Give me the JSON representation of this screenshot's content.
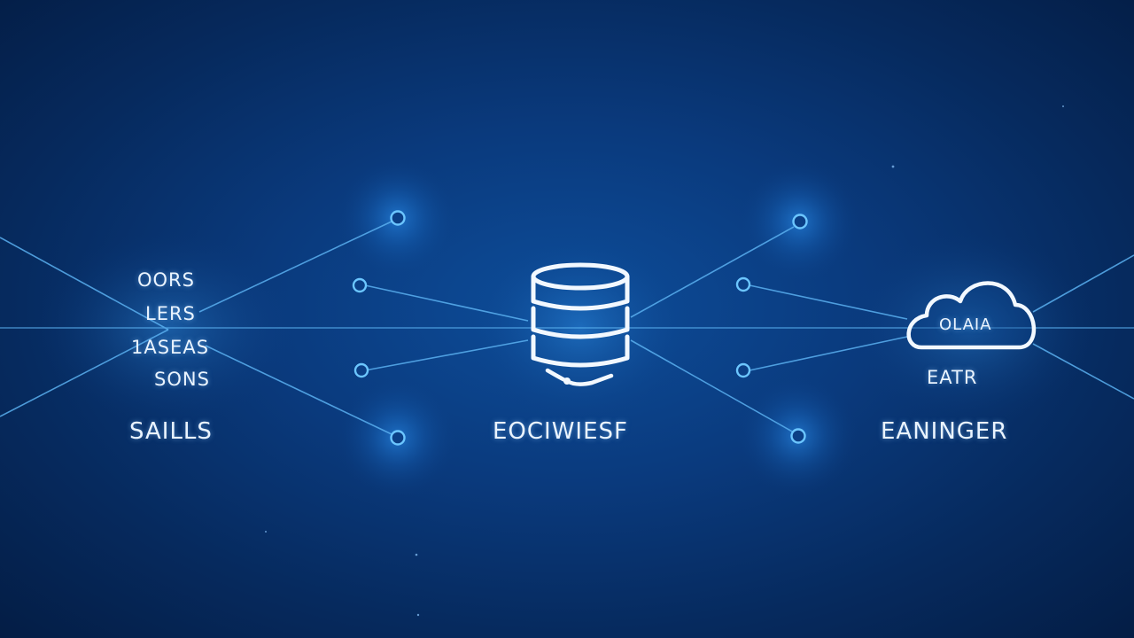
{
  "left": {
    "lines": [
      "OORS",
      "LERS",
      "1ASEAS",
      "SONS"
    ],
    "caption": "SAILLS"
  },
  "center": {
    "icon": "database-icon",
    "caption": "EOCIWIESF"
  },
  "right": {
    "icon": "cloud-icon",
    "cloud_text": "OLAIA",
    "sub_label": "EATR",
    "caption": "EANINGER"
  },
  "colors": {
    "accent": "#4fb8ff",
    "line": "#5ab0f0",
    "text": "#eaf4ff"
  }
}
